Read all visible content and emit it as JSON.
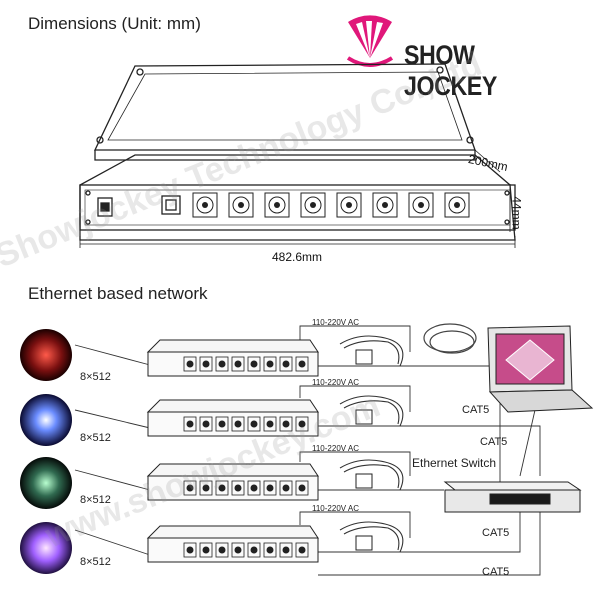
{
  "title": "Dimensions (Unit: mm)",
  "brand": {
    "name": "SHOW JOCKEY",
    "colors": {
      "logo": "#e0177a",
      "text": "#222222"
    }
  },
  "dimensions": {
    "width": "482.6mm",
    "depth": "200mm",
    "height": "44mm"
  },
  "network": {
    "title": "Ethernet based network",
    "switch_label": "Ethernet Switch",
    "power_label": "110-220V AC",
    "units": [
      {
        "channels": "8×512",
        "power": "110-220V AC",
        "cable": "CAT5"
      },
      {
        "channels": "8×512",
        "power": "110-220V AC",
        "cable": "CAT5"
      },
      {
        "channels": "8×512",
        "power": "110-220V AC",
        "cable": "CAT5"
      },
      {
        "channels": "8×512",
        "power": "110-220V AC",
        "cable": "CAT5"
      }
    ],
    "laptop_cable": "CAT5"
  },
  "watermark": {
    "lines": [
      "Showjockey Technology Co.,Ltd",
      "www.showjockey.com"
    ]
  }
}
